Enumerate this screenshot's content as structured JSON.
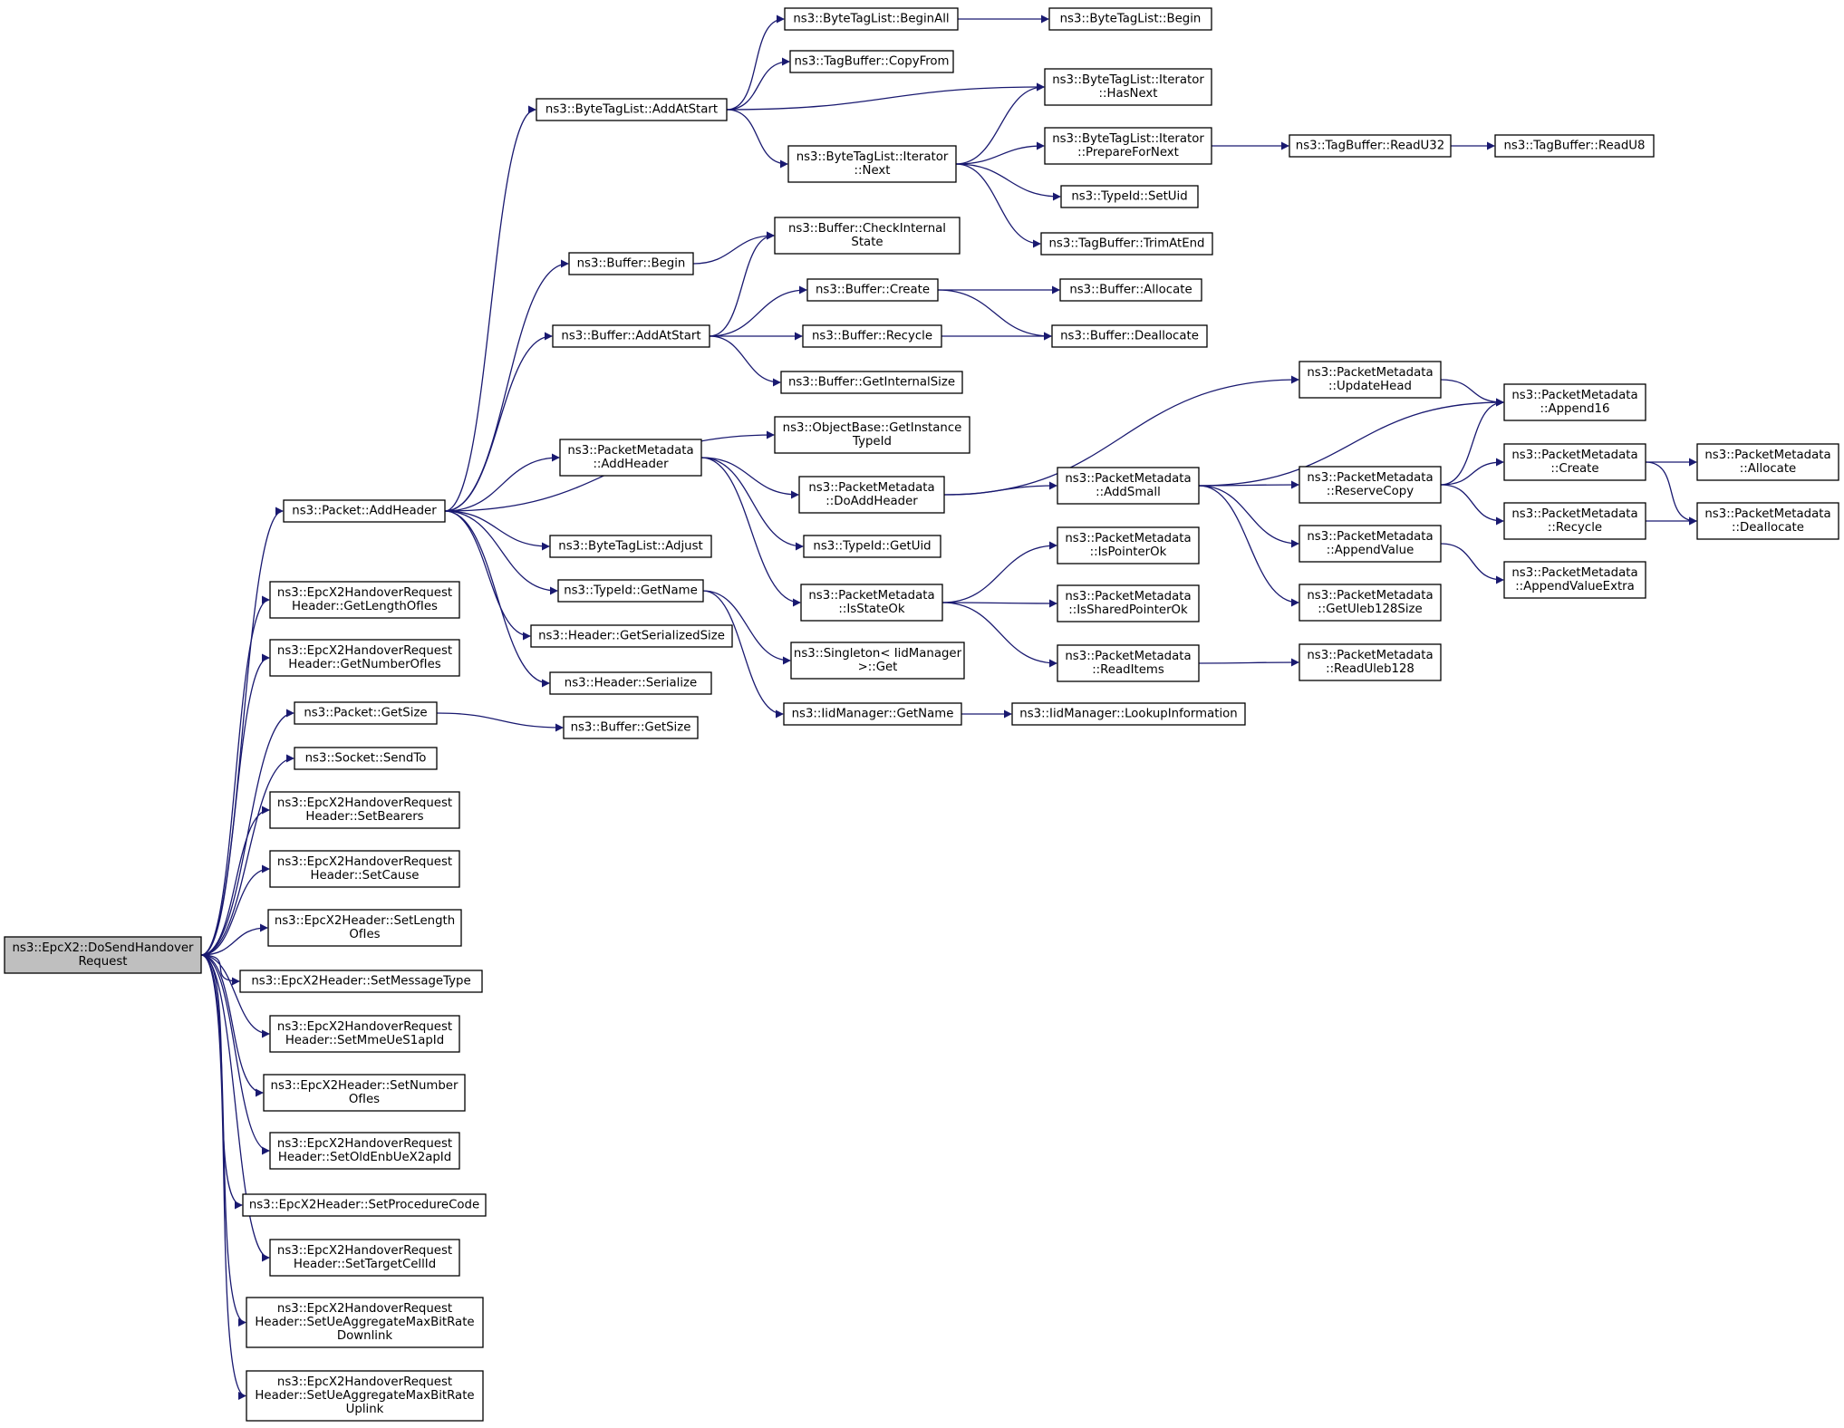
{
  "graph": {
    "edge_color": "#191970",
    "root_fill": "#bfbfbf",
    "node_fill": "#ffffff",
    "nodes": {
      "root": [
        "ns3::EpcX2::DoSendHandover",
        "Request"
      ],
      "pkt_addheader": [
        "ns3::Packet::AddHeader"
      ],
      "getlenies": [
        "ns3::EpcX2HandoverRequest",
        "Header::GetLengthOfIes"
      ],
      "getnumies": [
        "ns3::EpcX2HandoverRequest",
        "Header::GetNumberOfIes"
      ],
      "pkt_getsize": [
        "ns3::Packet::GetSize"
      ],
      "sock_sendto": [
        "ns3::Socket::SendTo"
      ],
      "setbearers": [
        "ns3::EpcX2HandoverRequest",
        "Header::SetBearers"
      ],
      "setcause": [
        "ns3::EpcX2HandoverRequest",
        "Header::SetCause"
      ],
      "hdr_setlen": [
        "ns3::EpcX2Header::SetLength",
        "OfIes"
      ],
      "hdr_setmsgtype": [
        "ns3::EpcX2Header::SetMessageType"
      ],
      "setmme": [
        "ns3::EpcX2HandoverRequest",
        "Header::SetMmeUeS1apId"
      ],
      "hdr_setnum": [
        "ns3::EpcX2Header::SetNumber",
        "OfIes"
      ],
      "setoldenb": [
        "ns3::EpcX2HandoverRequest",
        "Header::SetOldEnbUeX2apId"
      ],
      "hdr_setproc": [
        "ns3::EpcX2Header::SetProcedureCode"
      ],
      "settarget": [
        "ns3::EpcX2HandoverRequest",
        "Header::SetTargetCellId"
      ],
      "setuedl": [
        "ns3::EpcX2HandoverRequest",
        "Header::SetUeAggregateMaxBitRate",
        "Downlink"
      ],
      "setueul": [
        "ns3::EpcX2HandoverRequest",
        "Header::SetUeAggregateMaxBitRate",
        "Uplink"
      ],
      "btl_addatstart": [
        "ns3::ByteTagList::AddAtStart"
      ],
      "buf_begin": [
        "ns3::Buffer::Begin"
      ],
      "buf_addatstart": [
        "ns3::Buffer::AddAtStart"
      ],
      "pm_addheader": [
        "ns3::PacketMetadata",
        "::AddHeader"
      ],
      "btl_adjust": [
        "ns3::ByteTagList::Adjust"
      ],
      "tid_getname": [
        "ns3::TypeId::GetName"
      ],
      "hdr_getser": [
        "ns3::Header::GetSerializedSize"
      ],
      "hdr_serialize": [
        "ns3::Header::Serialize"
      ],
      "buf_getsize": [
        "ns3::Buffer::GetSize"
      ],
      "btl_beginall": [
        "ns3::ByteTagList::BeginAll"
      ],
      "tb_copyfrom": [
        "ns3::TagBuffer::CopyFrom"
      ],
      "btli_next": [
        "ns3::ByteTagList::Iterator",
        "::Next"
      ],
      "buf_checkint": [
        "ns3::Buffer::CheckInternal",
        "State"
      ],
      "buf_create": [
        "ns3::Buffer::Create"
      ],
      "buf_recycle": [
        "ns3::Buffer::Recycle"
      ],
      "buf_getint": [
        "ns3::Buffer::GetInternalSize"
      ],
      "ob_getinst": [
        "ns3::ObjectBase::GetInstance",
        "TypeId"
      ],
      "pm_doadd": [
        "ns3::PacketMetadata",
        "::DoAddHeader"
      ],
      "tid_getuid": [
        "ns3::TypeId::GetUid"
      ],
      "pm_isstate": [
        "ns3::PacketMetadata",
        "::IsStateOk"
      ],
      "singleton_get": [
        "ns3::Singleton< IidManager",
        ">::Get"
      ],
      "iid_getname": [
        "ns3::IidManager::GetName"
      ],
      "btl_begin": [
        "ns3::ByteTagList::Begin"
      ],
      "btli_hasnext": [
        "ns3::ByteTagList::Iterator",
        "::HasNext"
      ],
      "btli_prep": [
        "ns3::ByteTagList::Iterator",
        "::PrepareForNext"
      ],
      "tid_setuid": [
        "ns3::TypeId::SetUid"
      ],
      "tb_trim": [
        "ns3::TagBuffer::TrimAtEnd"
      ],
      "buf_alloc": [
        "ns3::Buffer::Allocate"
      ],
      "buf_dealloc": [
        "ns3::Buffer::Deallocate"
      ],
      "pm_addsmall": [
        "ns3::PacketMetadata",
        "::AddSmall"
      ],
      "pm_isptr": [
        "ns3::PacketMetadata",
        "::IsPointerOk"
      ],
      "pm_isshared": [
        "ns3::PacketMetadata",
        "::IsSharedPointerOk"
      ],
      "pm_readitems": [
        "ns3::PacketMetadata",
        "::ReadItems"
      ],
      "iid_lookup": [
        "ns3::IidManager::LookupInformation"
      ],
      "tb_readu32": [
        "ns3::TagBuffer::ReadU32"
      ],
      "tb_readu8": [
        "ns3::TagBuffer::ReadU8"
      ],
      "pm_updatehead": [
        "ns3::PacketMetadata",
        "::UpdateHead"
      ],
      "pm_reserve": [
        "ns3::PacketMetadata",
        "::ReserveCopy"
      ],
      "pm_appendvalue": [
        "ns3::PacketMetadata",
        "::AppendValue"
      ],
      "pm_getuleb": [
        "ns3::PacketMetadata",
        "::GetUleb128Size"
      ],
      "pm_readuleb": [
        "ns3::PacketMetadata",
        "::ReadUleb128"
      ],
      "pm_append16": [
        "ns3::PacketMetadata",
        "::Append16"
      ],
      "pm_create": [
        "ns3::PacketMetadata",
        "::Create"
      ],
      "pm_recycle": [
        "ns3::PacketMetadata",
        "::Recycle"
      ],
      "pm_appendextra": [
        "ns3::PacketMetadata",
        "::AppendValueExtra"
      ],
      "pm_allocate": [
        "ns3::PacketMetadata",
        "::Allocate"
      ],
      "pm_dealloc": [
        "ns3::PacketMetadata",
        "::Deallocate"
      ]
    },
    "edges": [
      [
        "root",
        "pkt_addheader"
      ],
      [
        "root",
        "getlenies"
      ],
      [
        "root",
        "getnumies"
      ],
      [
        "root",
        "pkt_getsize"
      ],
      [
        "root",
        "sock_sendto"
      ],
      [
        "root",
        "setbearers"
      ],
      [
        "root",
        "setcause"
      ],
      [
        "root",
        "hdr_setlen"
      ],
      [
        "root",
        "hdr_setmsgtype"
      ],
      [
        "root",
        "setmme"
      ],
      [
        "root",
        "hdr_setnum"
      ],
      [
        "root",
        "setoldenb"
      ],
      [
        "root",
        "hdr_setproc"
      ],
      [
        "root",
        "settarget"
      ],
      [
        "root",
        "setuedl"
      ],
      [
        "root",
        "setueul"
      ],
      [
        "pkt_addheader",
        "btl_addatstart"
      ],
      [
        "pkt_addheader",
        "buf_begin"
      ],
      [
        "pkt_addheader",
        "buf_addatstart"
      ],
      [
        "pkt_addheader",
        "ob_getinst"
      ],
      [
        "pkt_addheader",
        "pm_addheader"
      ],
      [
        "pkt_addheader",
        "btl_adjust"
      ],
      [
        "pkt_addheader",
        "tid_getname"
      ],
      [
        "pkt_addheader",
        "hdr_getser"
      ],
      [
        "pkt_addheader",
        "hdr_serialize"
      ],
      [
        "pkt_getsize",
        "buf_getsize"
      ],
      [
        "btl_addatstart",
        "btl_beginall"
      ],
      [
        "btl_addatstart",
        "tb_copyfrom"
      ],
      [
        "btl_addatstart",
        "btli_hasnext"
      ],
      [
        "btl_addatstart",
        "btli_next"
      ],
      [
        "btl_beginall",
        "btl_begin"
      ],
      [
        "btli_next",
        "btli_hasnext"
      ],
      [
        "btli_next",
        "btli_prep"
      ],
      [
        "btli_next",
        "tid_setuid"
      ],
      [
        "btli_next",
        "tb_trim"
      ],
      [
        "btli_prep",
        "tb_readu32"
      ],
      [
        "tb_readu32",
        "tb_readu8"
      ],
      [
        "buf_begin",
        "buf_checkint"
      ],
      [
        "buf_addatstart",
        "buf_checkint"
      ],
      [
        "buf_addatstart",
        "buf_create"
      ],
      [
        "buf_addatstart",
        "buf_recycle"
      ],
      [
        "buf_addatstart",
        "buf_getint"
      ],
      [
        "buf_create",
        "buf_alloc"
      ],
      [
        "buf_create",
        "buf_dealloc"
      ],
      [
        "buf_recycle",
        "buf_dealloc"
      ],
      [
        "pm_addheader",
        "pm_doadd"
      ],
      [
        "pm_addheader",
        "tid_getuid"
      ],
      [
        "pm_addheader",
        "pm_isstate"
      ],
      [
        "pm_doadd",
        "pm_updatehead"
      ],
      [
        "pm_doadd",
        "pm_addsmall"
      ],
      [
        "pm_isstate",
        "pm_isptr"
      ],
      [
        "pm_isstate",
        "pm_isshared"
      ],
      [
        "pm_isstate",
        "pm_readitems"
      ],
      [
        "pm_readitems",
        "pm_readuleb"
      ],
      [
        "tid_getname",
        "singleton_get"
      ],
      [
        "tid_getname",
        "iid_getname"
      ],
      [
        "iid_getname",
        "iid_lookup"
      ],
      [
        "pm_updatehead",
        "pm_append16"
      ],
      [
        "pm_addsmall",
        "pm_append16"
      ],
      [
        "pm_addsmall",
        "pm_reserve"
      ],
      [
        "pm_addsmall",
        "pm_appendvalue"
      ],
      [
        "pm_addsmall",
        "pm_getuleb"
      ],
      [
        "pm_reserve",
        "pm_append16"
      ],
      [
        "pm_reserve",
        "pm_create"
      ],
      [
        "pm_reserve",
        "pm_recycle"
      ],
      [
        "pm_appendvalue",
        "pm_appendextra"
      ],
      [
        "pm_create",
        "pm_allocate"
      ],
      [
        "pm_create",
        "pm_dealloc"
      ],
      [
        "pm_recycle",
        "pm_dealloc"
      ]
    ]
  }
}
